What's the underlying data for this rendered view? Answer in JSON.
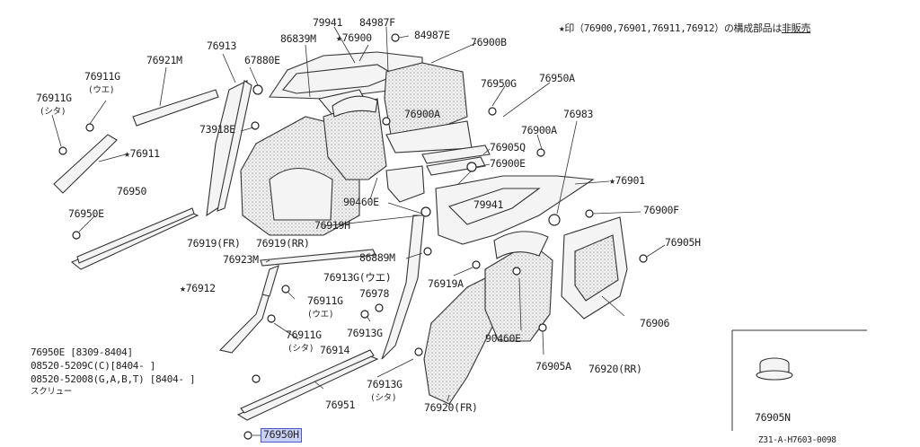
{
  "diagram": {
    "notice": {
      "star": "★印",
      "parts": "（76900,76901,76911,76912）",
      "the": "の構成部品は",
      "not_sold": "非販売"
    },
    "code": "Z31-A-H7603-0098",
    "screw_note": {
      "line1": "76950E [8309-8404]",
      "line2": "08520-5209C(C)[8404-    ]",
      "line3": "08520-52008(G,A,B,T) [8404-   ]",
      "line4": "スクリュー"
    },
    "labels": {
      "l79941_top": "79941",
      "l84987F": "84987F",
      "l86839M": "86839M",
      "l76900_star": "★76900",
      "l84987E": "84987E",
      "l76900B": "76900B",
      "l76913": "76913",
      "l67880E": "67880E",
      "l76921M": "76921M",
      "l76911G_a": "76911G",
      "l_ue_a": "(ウエ)",
      "l76911G_b": "76911G",
      "l_shita_b": "(シタ)",
      "l76950G": "76950G",
      "l76950A": "76950A",
      "l76900A_top": "76900A",
      "l73918E": "73918E",
      "l76983": "76983",
      "l76900A_mid": "76900A",
      "l76905Q": "76905Q",
      "l76900E": "76900E",
      "l76911_star": "★76911",
      "l76901_star": "★76901",
      "l90460E_top": "90460E",
      "l76950": "76950",
      "l79941_mid": "79941",
      "l76900F": "76900F",
      "l76950E": "76950E",
      "l76919H": "76919H",
      "l76905H": "76905H",
      "l76919FR": "76919(FR)",
      "l76919RR": "76919(RR)",
      "l86889M": "86889M",
      "l76923M": "76923M",
      "l76913G_ue": "76913G(ウエ)",
      "l76919A": "76919A",
      "l76912_star": "★76912",
      "l76978": "76978",
      "l76911G_c": "76911G",
      "l_ue_c": "(ウエ)",
      "l76906": "76906",
      "l76913G_mid": "76913G",
      "l90460E_bot": "90460E",
      "l76911G_d": "76911G",
      "l_shita_d": "(シタ)",
      "l76914": "76914",
      "l76905A": "76905A",
      "l76920RR": "76920(RR)",
      "l76913G_bot": "76913G",
      "l_shita_e": "(シタ)",
      "l76951": "76951",
      "l76920FR": "76920(FR)",
      "l76905N": "76905N",
      "l76950H": "76950H"
    }
  }
}
